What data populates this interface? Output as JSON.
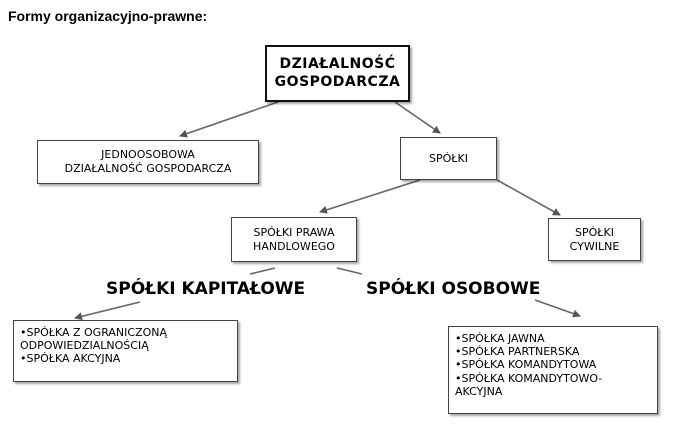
{
  "title": "Formy organizacyjno-prawne:",
  "nodes": {
    "root": "DZIAŁALNOŚĆ\nGOSPODARCZA",
    "sole": "JEDNOOSOBOWA\nDZIAŁALNOŚĆ GOSPODARCZA",
    "companies": "SPÓŁKI",
    "commercial": "SPÓŁKI PRAWA\nHANDLOWEGO",
    "civil": "SPÓŁKI\nCYWILNE"
  },
  "headings": {
    "capital": "SPÓŁKI KAPITAŁOWE",
    "personal": "SPÓŁKI OSOBOWE"
  },
  "capital_list": [
    "•SPÓŁKA Z OGRANICZONĄ\nODPOWIEDZIALNOŚCIĄ",
    "•SPÓŁKA AKCYJNA"
  ],
  "personal_list": [
    "•SPÓŁKA JAWNA",
    "•SPÓŁKA PARTNERSKA",
    "•SPÓŁKA KOMANDYTOWA",
    "•SPÓŁKA KOMANDYTOWO-\nAKCYJNA"
  ]
}
